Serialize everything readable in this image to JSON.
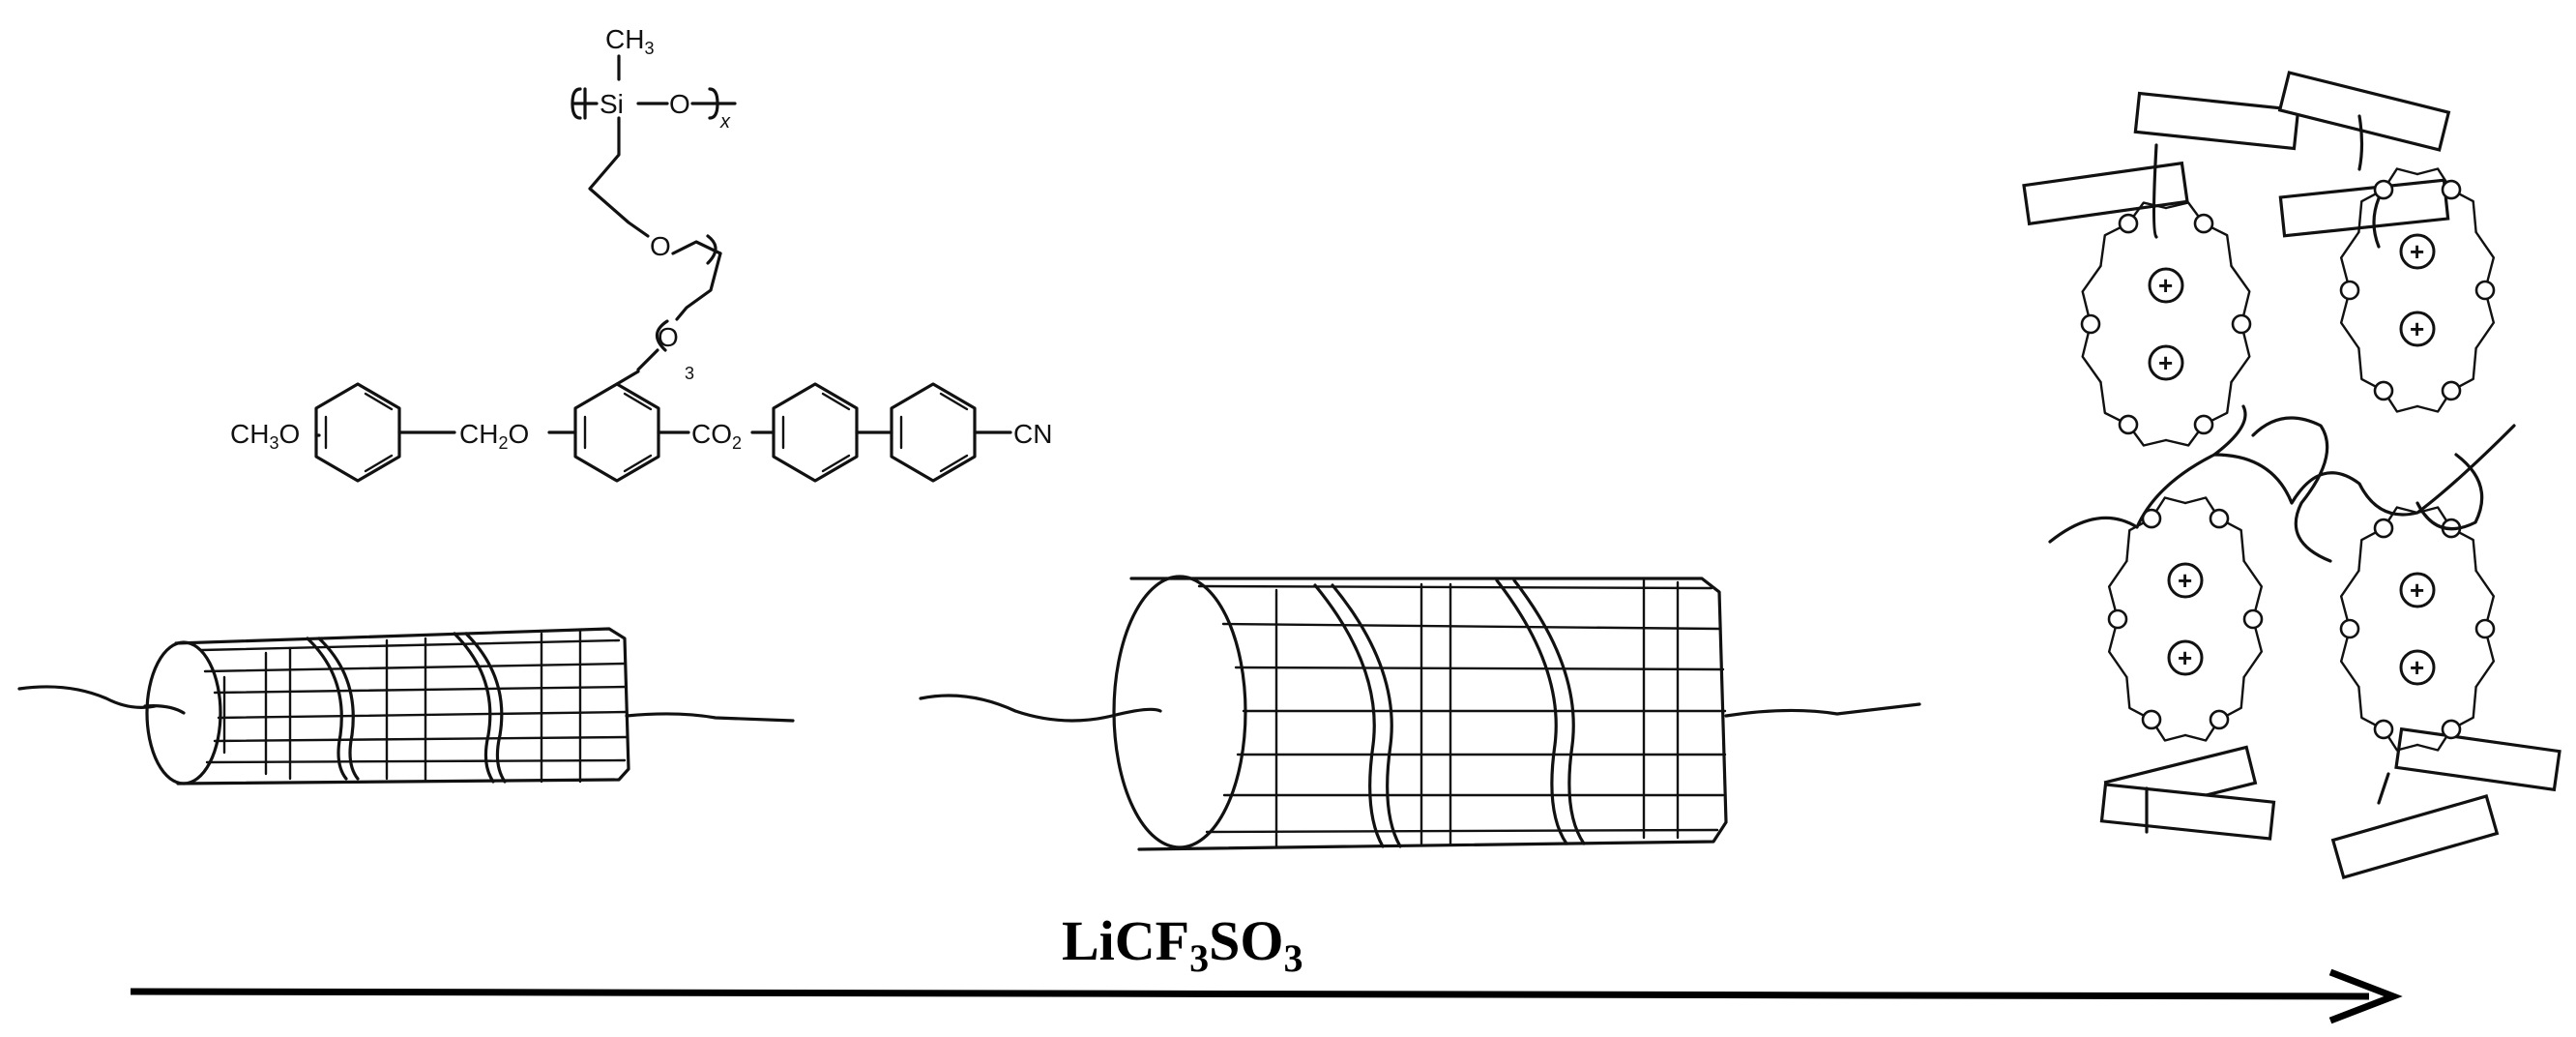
{
  "structure": {
    "siloxane_methyl": "CH",
    "siloxane_methyl_sub": "3",
    "silicon": "Si",
    "backbone_oxygen": "O",
    "repeat_index": "x",
    "spacer_oxygen_1": "O",
    "spacer_oxygen_2": "O",
    "oligo_index": "3",
    "methoxy": "CH",
    "methoxy_sub": "3",
    "methoxy_o": "O",
    "methylene": "CH",
    "methylene_sub": "2",
    "methylene_o": "O",
    "ester_c": "CO",
    "ester_sub": "2",
    "nitrile": "CN"
  },
  "salt": {
    "label_a": "LiCF",
    "sub_a": "3",
    "label_b": "SO",
    "sub_b": "3"
  },
  "crown_ether": {
    "oxygen_label": "O",
    "cation_label": "+"
  },
  "colors": {
    "ink": "#111111",
    "background": "#ffffff"
  }
}
